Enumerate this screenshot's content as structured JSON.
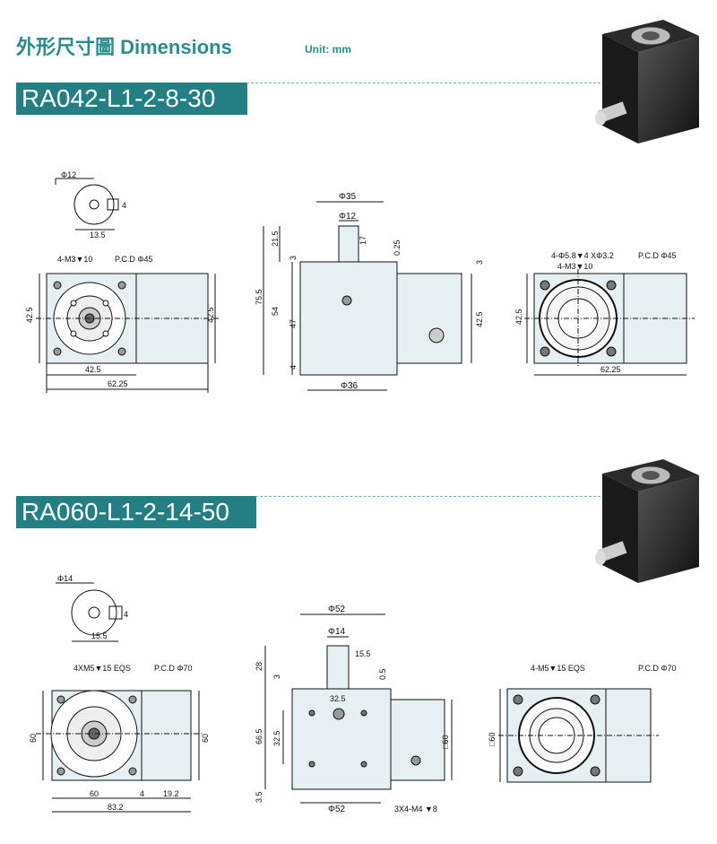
{
  "header": {
    "title": "外形尺寸圖 Dimensions",
    "unit": "Unit: mm"
  },
  "models": [
    {
      "name": "RA042-L1-2-8-30",
      "shaft": {
        "dia": "Φ12",
        "key": "4",
        "height": "13.5"
      },
      "front": {
        "holes": "4-M3▼10",
        "pcd": "P.C.D Φ45",
        "h_left": "42.5",
        "h_right": "42.5",
        "w1": "42.5",
        "w2": "62.25"
      },
      "side": {
        "top": "Φ35",
        "shaft": "Φ12",
        "d1": "21.5",
        "d2": "17",
        "d3": "0.25",
        "d4": "3",
        "d5": "3",
        "h1": "75.5",
        "h2": "54",
        "h3": "47",
        "h4": "4",
        "h5": "42.5",
        "bottom": "Φ36"
      },
      "flange": {
        "holes1": "4-Φ5.8▼4 XΦ3.2",
        "pcd": "P.C.D Φ45",
        "holes2": "4-M3▼10",
        "h": "42.5",
        "w": "62.25"
      }
    },
    {
      "name": "RA060-L1-2-14-50",
      "shaft": {
        "dia": "Φ14",
        "key": "4",
        "height": "15.5"
      },
      "front": {
        "holes": "4XM5▼15 EQS",
        "pcd": "P.C.D Φ70",
        "h_left": "60",
        "h_right": "60",
        "w1": "60",
        "w2": "4",
        "w3": "19.2",
        "w4": "83.2"
      },
      "side": {
        "top": "Φ52",
        "shaft": "Φ14",
        "d1": "28",
        "d2": "3",
        "d3": "15.5",
        "d4": "0.5",
        "h1": "66.5",
        "h2": "32.5",
        "h3": "3.5",
        "w1": "32.5",
        "h5": "□60",
        "bottom": "Φ52",
        "holes": "3X4-M4 ▼8"
      },
      "flange": {
        "holes": "4-M5▼15 EQS",
        "pcd": "P.C.D Φ70",
        "h": "□60"
      }
    }
  ]
}
